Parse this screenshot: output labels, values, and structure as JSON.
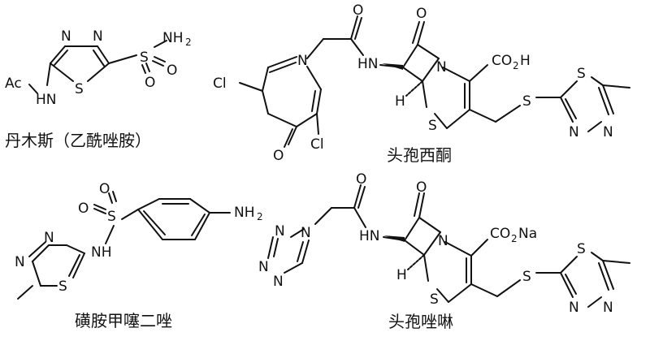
{
  "compounds": [
    {
      "key": "acetazolamide",
      "name": "丹木斯（乙酰唑胺）"
    },
    {
      "key": "cefazedone",
      "name": "头孢西酮"
    },
    {
      "key": "sulfamethizole",
      "name": "磺胺甲噻二唑"
    },
    {
      "key": "cefazolin",
      "name": "头孢唑啉"
    }
  ],
  "atoms": {
    "N": "N",
    "S": "S",
    "O": "O",
    "Cl": "Cl",
    "H": "H",
    "NH": "NH",
    "HN": "HN",
    "Ac": "Ac",
    "NH2_base": "NH",
    "sub2": "2",
    "COOH": "CO",
    "COOH_tail": "H",
    "Na_tail": "Na"
  }
}
